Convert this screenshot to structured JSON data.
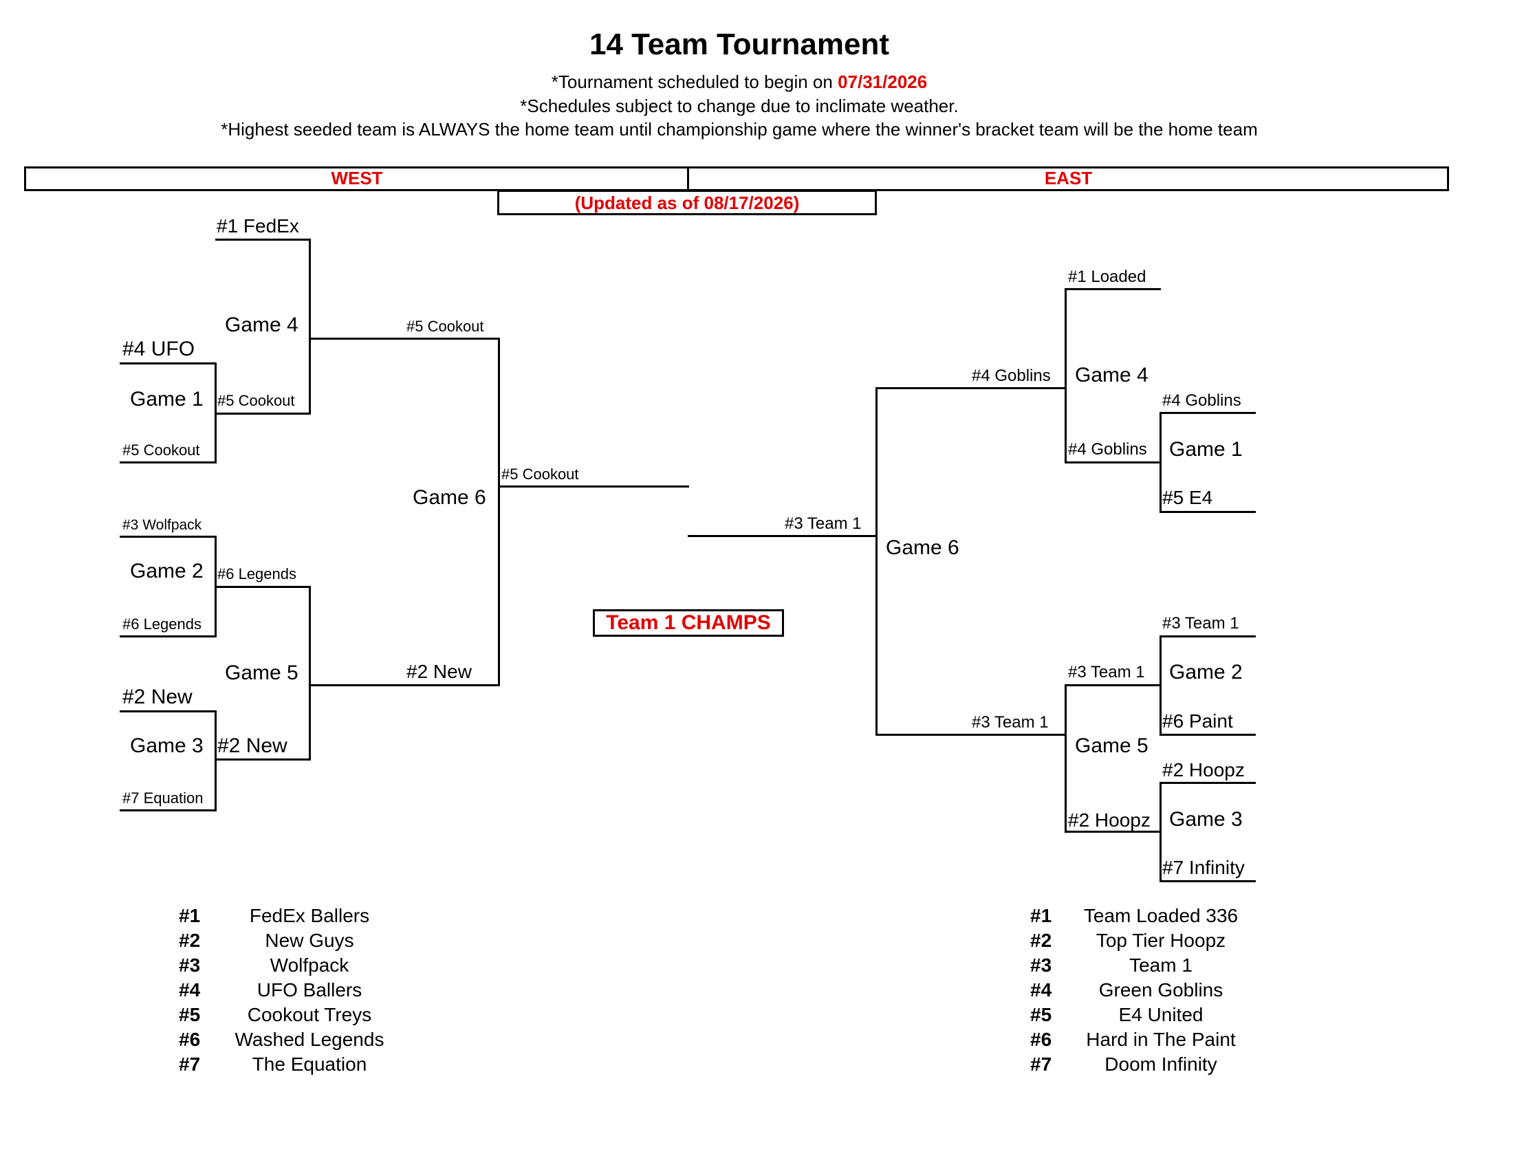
{
  "header": {
    "title": "14 Team Tournament",
    "note1_prefix": "*Tournament scheduled to begin on ",
    "note1_date": "07/31/2026",
    "note2": "*Schedules subject to change due to inclimate weather.",
    "note3": "*Highest seeded team is ALWAYS the home team until championship game where the winner's bracket team will be the home team"
  },
  "regions": {
    "west": "WEST",
    "east": "EAST"
  },
  "updated": "(Updated as of 08/17/2026)",
  "champion": "Team 1 CHAMPS",
  "colors": {
    "accent": "#e00000",
    "lines": "#000000"
  },
  "west": {
    "fedex": "#1 FedEx",
    "game4": "Game 4",
    "ufo": "#4 UFO",
    "game1": "Game 1",
    "g1_winner": "#5 Cookout",
    "cookout": "#5 Cookout",
    "g4_winner": "#5 Cookout",
    "game6": "Game 6",
    "g6_winner": "#5 Cookout",
    "wolfpack": "#3 Wolfpack",
    "game2": "Game 2",
    "g2_winner": "#6 Legends",
    "legends": "#6 Legends",
    "game5": "Game 5",
    "g5_winner": "#2 New",
    "new": "#2 New",
    "game3": "Game 3",
    "g3_winner": "#2 New",
    "equation": "#7 Equation"
  },
  "east": {
    "loaded": "#1 Loaded",
    "g4_winner": "#4 Goblins",
    "game4": "Game 4",
    "goblins": "#4 Goblins",
    "g1_winner": "#4 Goblins",
    "game1": "Game 1",
    "e4": "#5 E4",
    "g6_winner": "#3 Team 1",
    "game6": "Game 6",
    "team1": "#3 Team 1",
    "g2_winner": "#3 Team 1",
    "game2": "Game 2",
    "paint": "#6 Paint",
    "g5_winner": "#3 Team 1",
    "game5": "Game 5",
    "hoopz": "#2 Hoopz",
    "game3": "Game 3",
    "g3_winner": "#2 Hoopz",
    "infinity": "#7 Infinity"
  },
  "west_legend": [
    {
      "seed": "#1",
      "team": "FedEx Ballers"
    },
    {
      "seed": "#2",
      "team": "New Guys"
    },
    {
      "seed": "#3",
      "team": "Wolfpack"
    },
    {
      "seed": "#4",
      "team": "UFO Ballers"
    },
    {
      "seed": "#5",
      "team": "Cookout Treys"
    },
    {
      "seed": "#6",
      "team": "Washed Legends"
    },
    {
      "seed": "#7",
      "team": "The Equation"
    }
  ],
  "east_legend": [
    {
      "seed": "#1",
      "team": "Team Loaded 336"
    },
    {
      "seed": "#2",
      "team": "Top Tier Hoopz"
    },
    {
      "seed": "#3",
      "team": "Team 1"
    },
    {
      "seed": "#4",
      "team": "Green Goblins"
    },
    {
      "seed": "#5",
      "team": "E4 United"
    },
    {
      "seed": "#6",
      "team": "Hard in The Paint"
    },
    {
      "seed": "#7",
      "team": "Doom Infinity"
    }
  ]
}
